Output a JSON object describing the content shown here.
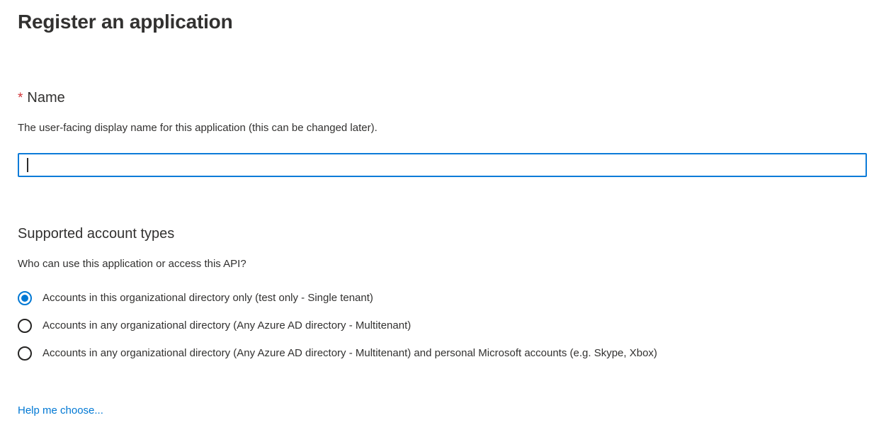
{
  "page": {
    "title": "Register an application"
  },
  "name_field": {
    "required_marker": "*",
    "label": "Name",
    "hint": "The user-facing display name for this application (this can be changed later).",
    "value": "",
    "placeholder": ""
  },
  "account_types": {
    "heading": "Supported account types",
    "question": "Who can use this application or access this API?",
    "options": [
      {
        "label": "Accounts in this organizational directory only (test only - Single tenant)",
        "selected": true
      },
      {
        "label": "Accounts in any organizational directory (Any Azure AD directory - Multitenant)",
        "selected": false
      },
      {
        "label": "Accounts in any organizational directory (Any Azure AD directory - Multitenant) and personal Microsoft accounts (e.g. Skype, Xbox)",
        "selected": false
      }
    ],
    "help_link_label": "Help me choose..."
  },
  "colors": {
    "accent": "#0078d4",
    "required": "#d13438",
    "text": "#323130"
  }
}
